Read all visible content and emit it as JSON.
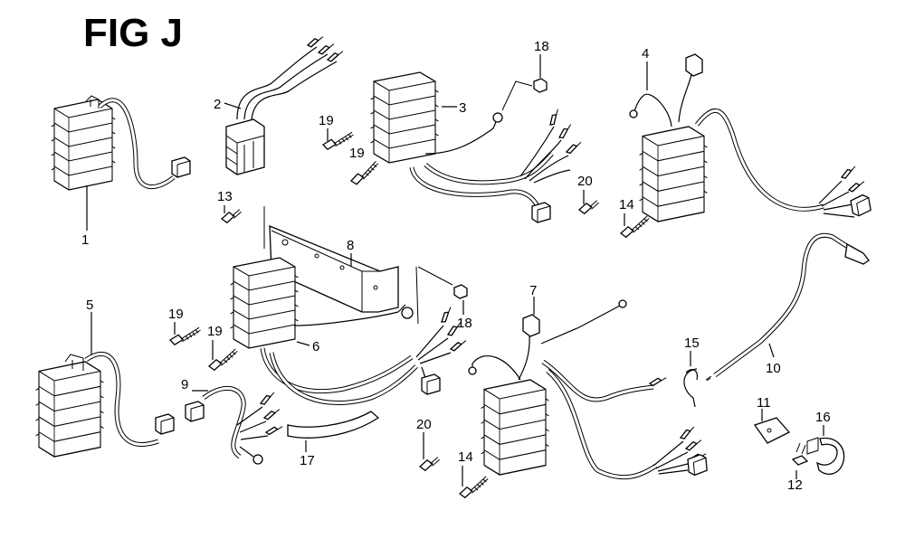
{
  "figure": {
    "title": "FIG J"
  },
  "callouts": {
    "c1": "1",
    "c2": "2",
    "c3": "3",
    "c4": "4",
    "c5": "5",
    "c6": "6",
    "c7": "7",
    "c8": "8",
    "c9": "9",
    "c10": "10",
    "c11": "11",
    "c12": "12",
    "c13": "13",
    "c14a": "14",
    "c14b": "14",
    "c15": "15",
    "c16": "16",
    "c17": "17",
    "c18a": "18",
    "c18b": "18",
    "c19a": "19",
    "c19b": "19",
    "c19c": "19",
    "c19d": "19",
    "c20a": "20",
    "c20b": "20"
  }
}
